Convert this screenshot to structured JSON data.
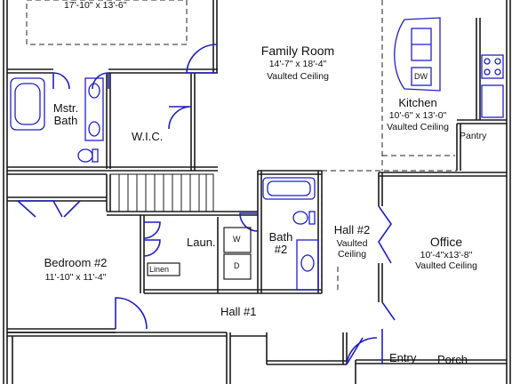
{
  "rooms": {
    "master_dims": "17'-10\" x 13'-6\"",
    "family_room": {
      "name": "Family Room",
      "dims": "14'-7\" x 18'-4\"",
      "ceiling": "Vaulted Ceiling"
    },
    "kitchen": {
      "name": "Kitchen",
      "dims": "10'-6\" x 13'-0\"",
      "ceiling": "Vaulted Ceiling"
    },
    "mstr_bath": {
      "line1": "Mstr.",
      "line2": "Bath"
    },
    "wic": "W.I.C.",
    "pantry": "Pantry",
    "dw": "DW",
    "bedroom2": {
      "name": "Bedroom #2",
      "dims": "11'-10\" x 11'-4\""
    },
    "laundry": "Laun.",
    "washer": "W",
    "dryer": "D",
    "linen": "Linen",
    "bath2": {
      "line1": "Bath",
      "line2": "#2"
    },
    "hall2": {
      "name": "Hall #2",
      "line2": "Vaulted",
      "line3": "Ceiling"
    },
    "office": {
      "name": "Office",
      "dims": "10'-4\"x13'-8\"",
      "ceiling": "Vaulted Ceiling"
    },
    "hall1": "Hall #1",
    "entry": "Entry",
    "porch": "Porch"
  },
  "colors": {
    "wall": "#1a1a1a",
    "door_swing": "#1f1fc8",
    "fixture": "#1f1fc8",
    "dashed": "#222222"
  }
}
